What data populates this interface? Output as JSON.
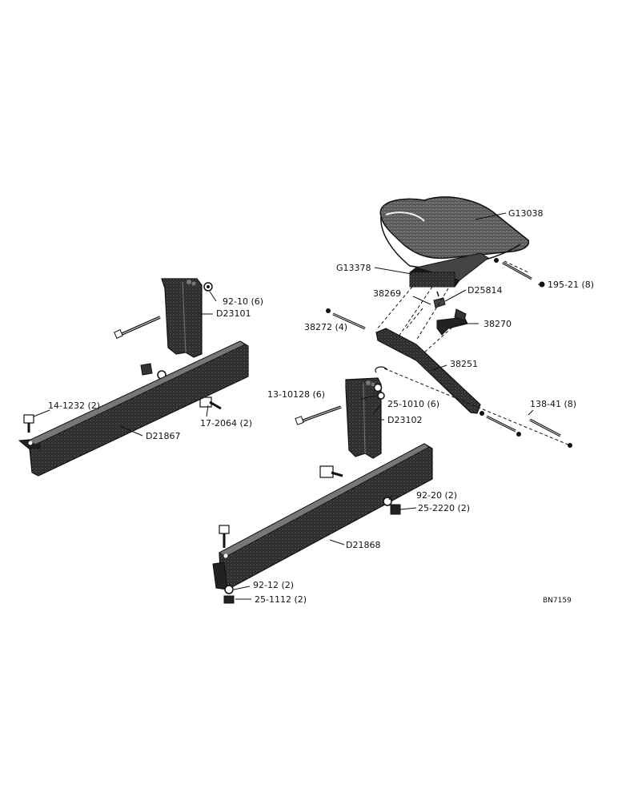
{
  "labels": {
    "g13038": "G13038",
    "g13378": "G13378",
    "d25814": "D25814",
    "l38269": "38269",
    "l38272": "38272 (4)",
    "l38270": "38270",
    "l19521": "195-21 (8)",
    "l38251": "38251",
    "l92106": "92-10 (6)",
    "d23101": "D23101",
    "l141232": "14-1232 (2)",
    "l172064": "17-2064 (2)",
    "d21867": "D21867",
    "l1310128": "13-10128 (6)",
    "l251010": "25-1010 (6)",
    "d23102": "D23102",
    "l13841": "138-41 (8)",
    "l92202": "92-20 (2)",
    "l252220": "25-2220 (2)",
    "d21868": "D21868",
    "l92122": "92-12 (2)",
    "l251112": "25-1112 (2)",
    "drawing_number": "BN7159"
  }
}
